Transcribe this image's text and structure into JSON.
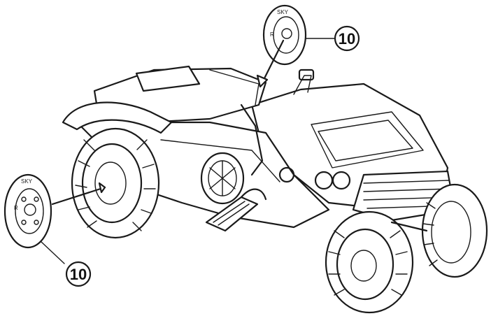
{
  "callouts": [
    {
      "label": "10",
      "target": "wheel-hubcap-rear"
    },
    {
      "label": "10",
      "target": "wheel-hubcap-front"
    }
  ],
  "hubcap_text": {
    "top": "SKY",
    "side": "R"
  }
}
